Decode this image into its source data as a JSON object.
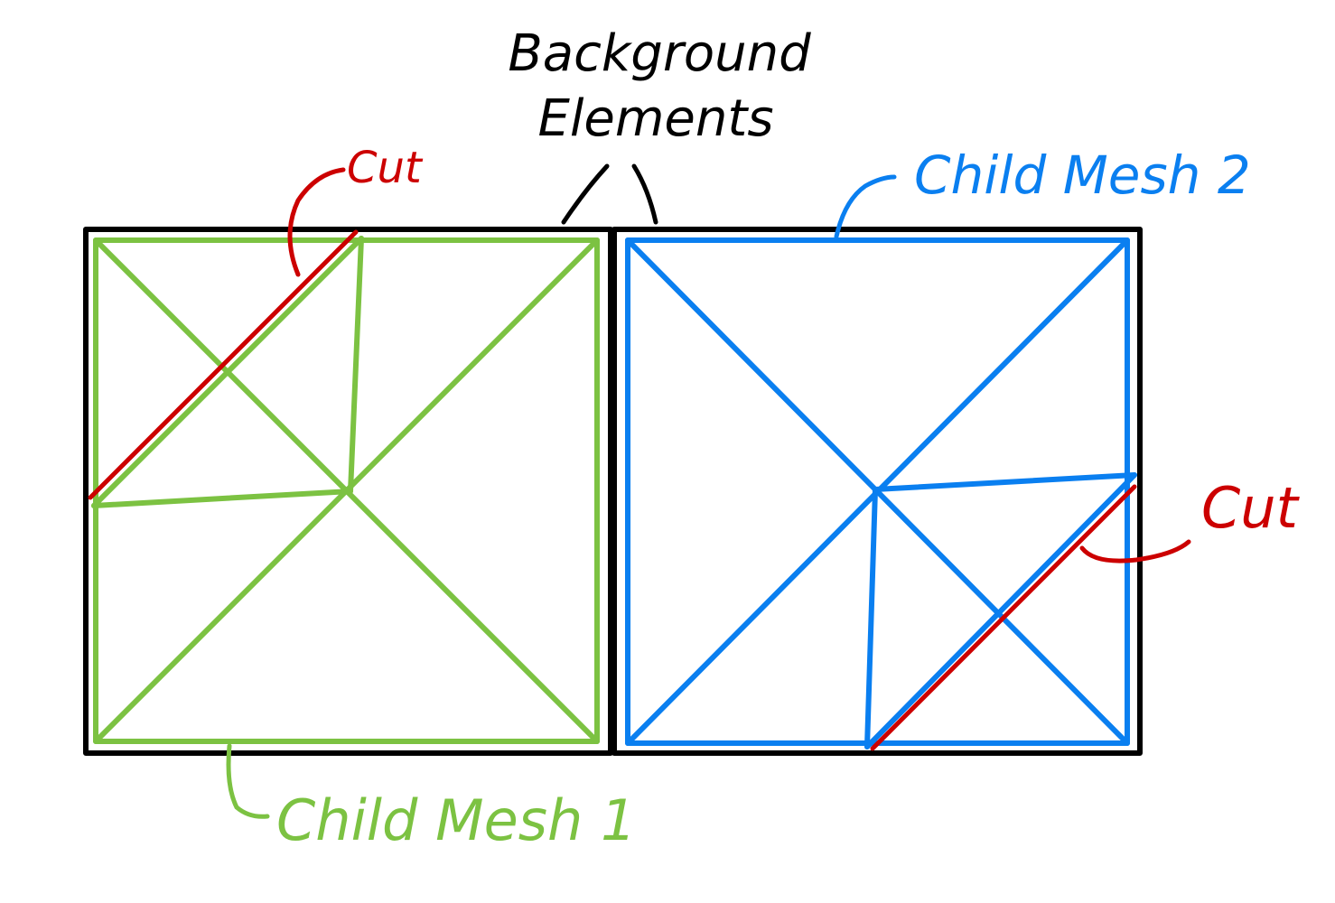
{
  "labels": {
    "background_line1": "Background",
    "background_line2": "Elements",
    "cut_left": "Cut",
    "cut_right": "Cut",
    "child_mesh_2": "Child Mesh 2",
    "child_mesh_1": "Child Mesh 1"
  },
  "colors": {
    "background_elements": "#000000",
    "child_mesh_1": "#7cc242",
    "child_mesh_2": "#0a7ff0",
    "cut": "#cc0000"
  }
}
